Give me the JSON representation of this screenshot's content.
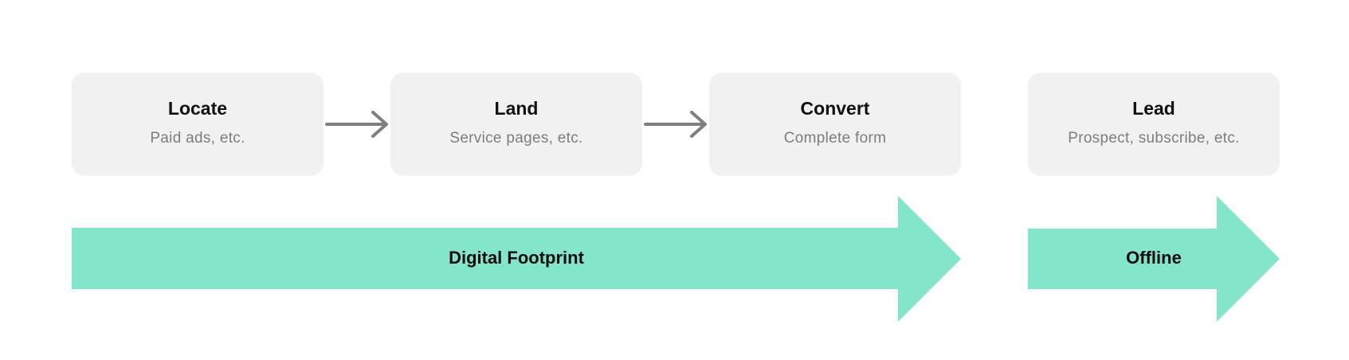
{
  "steps": [
    {
      "title": "Locate",
      "subtitle": "Paid ads, etc."
    },
    {
      "title": "Land",
      "subtitle": "Service pages, etc."
    },
    {
      "title": "Convert",
      "subtitle": "Complete form"
    },
    {
      "title": "Lead",
      "subtitle": "Prospect, subscribe, etc."
    }
  ],
  "flows": [
    {
      "label": "Digital Footprint"
    },
    {
      "label": "Offline"
    }
  ],
  "colors": {
    "box_fill": "#f1f1f1",
    "arrow_fill": "#83e6ca",
    "connector": "#7f7f7f",
    "title_text": "#111111",
    "subtitle_text": "#7d7d7d"
  }
}
